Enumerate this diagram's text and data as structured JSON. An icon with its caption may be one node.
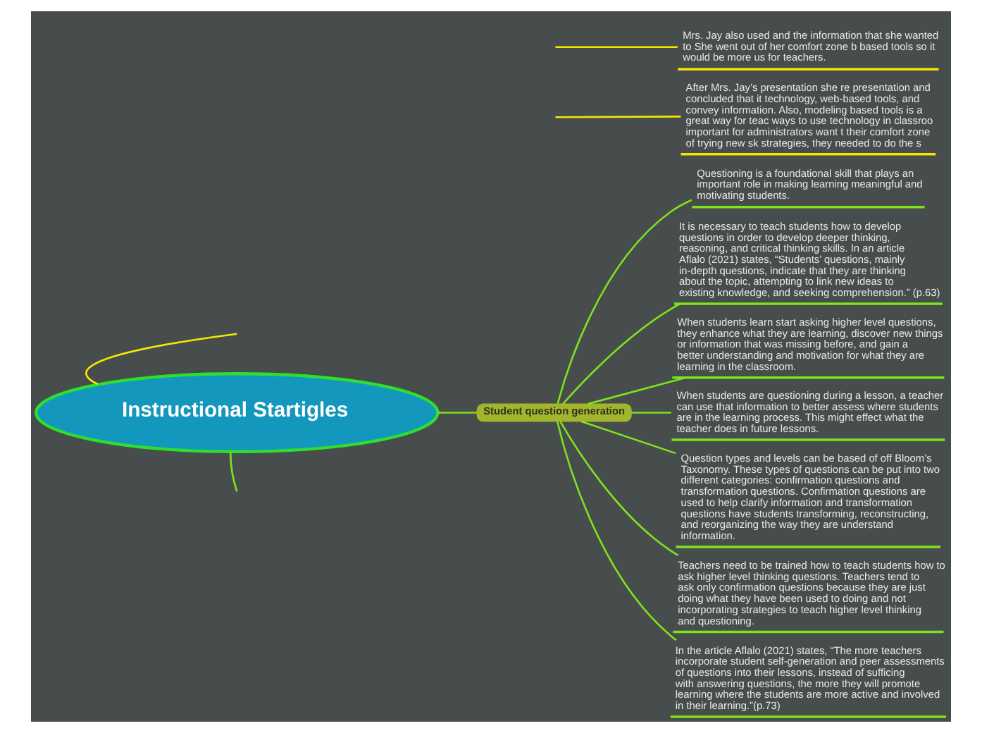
{
  "diagram": {
    "nodes": [
      {
        "text": [
          "Instructional Startigles"
        ]
      },
      {
        "text": [
          "Mrs. Jay also used and the information that she wanted to She went out of her comfort zone b based tools so it would be more us for teachers."
        ]
      },
      {
        "text": [
          "After Mrs. Jay’s presentation she re presentation and concluded that it technology, web-based tools, and convey information. Also, modeling based tools is a great way for teac ways to use technology in classroo important for administrators want t their comfort zone of trying new sk strategies, they needed to do the s"
        ]
      },
      {
        "text": [
          "Student question generation"
        ]
      },
      {
        "text": [
          "Questioning is a foundational skill that plays an important role in making learning meaningful and motivating students."
        ]
      },
      {
        "text": [
          "It is necessary to teach students how to develop questions in order to develop deeper thinking, reasoning, and critical thinking skills. In an article Aflalo (2021) states, “Students’ questions, mainly in-depth questions, indicate that they are thinking about the topic, attempting to link new ideas to existing knowledge, and seeking comprehension.” (p.63)"
        ]
      },
      {
        "text": [
          "When students learn start asking higher level questions, they enhance what they are learning, discover new things or information that was missing before, and gain a better understanding and motivation for what they are learning in the classroom."
        ]
      },
      {
        "text": [
          "When students are questioning during a lesson, a teacher can use that information to better assess where students are in the learning process. This might effect what the teacher does in future lessons."
        ]
      },
      {
        "text": [
          "Question types and levels can be based of off Bloom’s Taxonomy. These types of questions can be put into two different categories: confirmation questions and transformation questions. Confirmation questions are used to help clarify information and transformation questions have students transforming, reconstructing, and reorganizing the way they are understand information."
        ]
      },
      {
        "text": [
          "Teachers need to be trained how to teach students how to ask higher level thinking questions. Teachers tend to ask only confirmation questions because they are just doing what they have been used to doing and not incorporating strategies to teach higher level thinking and questioning."
        ]
      },
      {
        "text": [
          "In the article Aflalo (2021) states, “The more teachers incorporate student self-generation and peer assessments of questions into their lessons, instead of sufficing with answering questions, the more they will promote learning where the students are more active and involved in their learning.”(p.73)"
        ]
      }
    ],
    "edges": [
      {
        "from": 0,
        "to": null,
        "arrow": "none",
        "color": "#f5e800"
      },
      {
        "from": null,
        "to": 1,
        "arrow": "none",
        "color": "#f5e800"
      },
      {
        "from": null,
        "to": 2,
        "arrow": "none",
        "color": "#f5e800"
      },
      {
        "from": 0,
        "to": 3,
        "arrow": "none"
      },
      {
        "from": 3,
        "to": 4,
        "arrow": "none"
      },
      {
        "from": 3,
        "to": 5,
        "arrow": "none"
      },
      {
        "from": 3,
        "to": 6,
        "arrow": "none"
      },
      {
        "from": 3,
        "to": 7,
        "arrow": "none"
      },
      {
        "from": 3,
        "to": 8,
        "arrow": "none"
      },
      {
        "from": 3,
        "to": 9,
        "arrow": "none"
      },
      {
        "from": 3,
        "to": 10,
        "arrow": "none"
      },
      {
        "from": 0,
        "to": null,
        "arrow": "none"
      }
    ]
  }
}
